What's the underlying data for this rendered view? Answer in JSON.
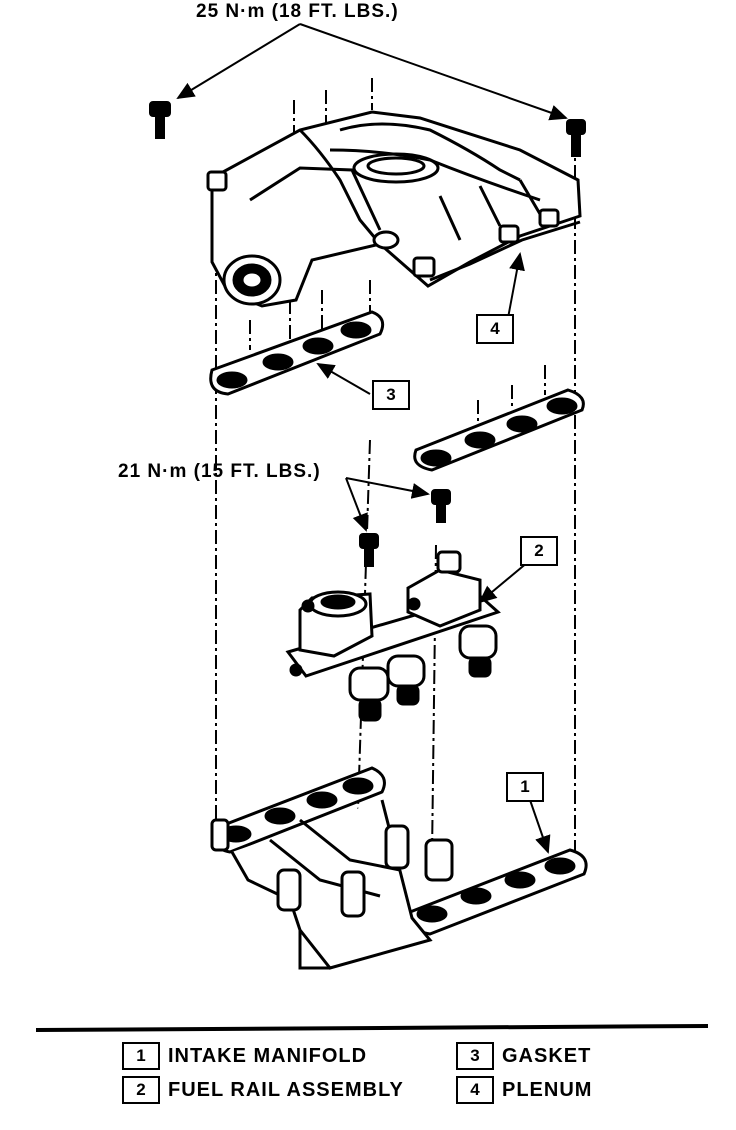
{
  "torque_labels": {
    "top": "25 N·m (18 FT. LBS.)",
    "middle": "21 N·m (15 FT. LBS.)"
  },
  "callouts": [
    "1",
    "2",
    "3",
    "4"
  ],
  "legend": [
    {
      "num": "1",
      "label": "INTAKE MANIFOLD"
    },
    {
      "num": "2",
      "label": "FUEL RAIL ASSEMBLY"
    },
    {
      "num": "3",
      "label": "GASKET"
    },
    {
      "num": "4",
      "label": "PLENUM"
    }
  ],
  "colors": {
    "ink": "#000000",
    "paper": "#ffffff"
  }
}
